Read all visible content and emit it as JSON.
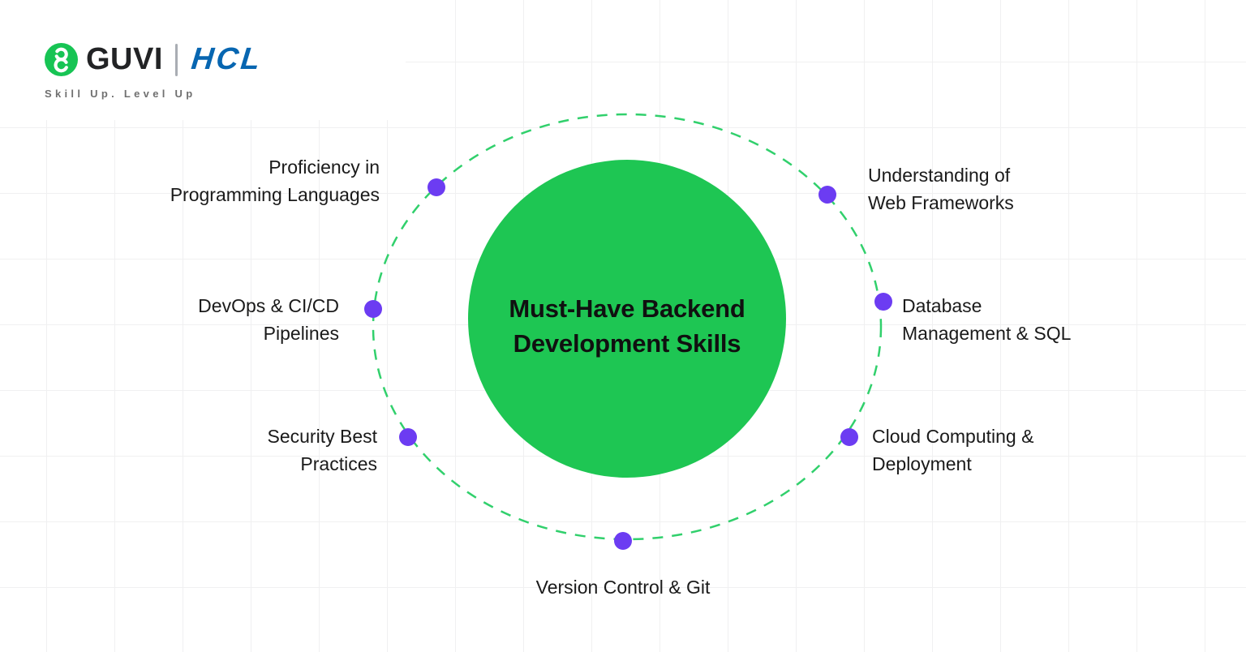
{
  "brand": {
    "guvi_label": "GUVI",
    "hcl_label": "HCL",
    "tagline": "Skill Up. Level Up",
    "icons": {
      "guvi_logo_icon": "guvi-g-icon"
    },
    "colors": {
      "guvi_green": "#1ec653",
      "hcl_blue": "#0766b1",
      "tagline_gray": "#707070"
    }
  },
  "diagram": {
    "title": "Must-Have Backend\nDevelopment Skills",
    "colors": {
      "center_circle_green": "#1ec653",
      "dashed_ring_green": "#31d06c",
      "node_dot_purple": "#6c3cf2",
      "label_text": "#1a1a1a",
      "grid_line": "#f0f0f1"
    },
    "nodes": [
      {
        "id": "programming-languages",
        "label": "Proficiency in\nProgramming Languages"
      },
      {
        "id": "web-frameworks",
        "label": "Understanding of\nWeb Frameworks"
      },
      {
        "id": "devops-cicd",
        "label": "DevOps & CI/CD\nPipelines"
      },
      {
        "id": "database-sql",
        "label": "Database\nManagement & SQL"
      },
      {
        "id": "security",
        "label": "Security Best\nPractices"
      },
      {
        "id": "cloud-computing",
        "label": "Cloud Computing &\nDeployment"
      },
      {
        "id": "version-control",
        "label": "Version Control & Git"
      }
    ]
  }
}
